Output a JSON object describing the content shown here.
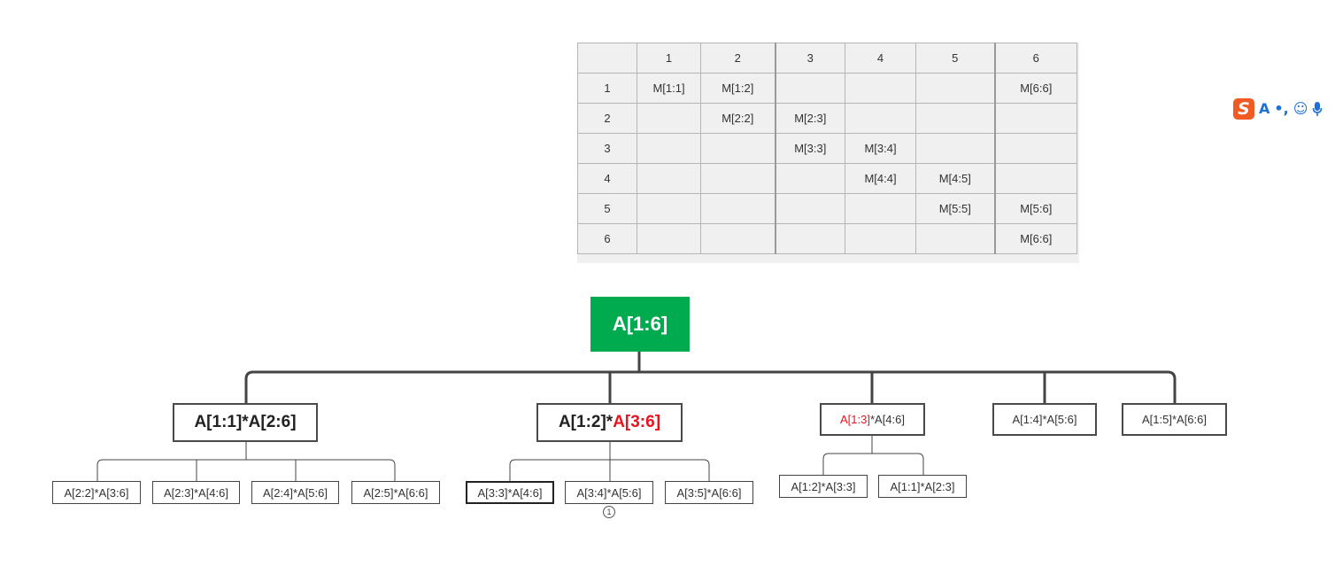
{
  "matrix": {
    "header": [
      "",
      "1",
      "2",
      "3",
      "4",
      "5",
      "6"
    ],
    "rows": [
      [
        "1",
        "M[1:1]",
        "M[1:2]",
        "",
        "",
        "",
        "M[6:6]"
      ],
      [
        "2",
        "",
        "M[2:2]",
        "M[2:3]",
        "",
        "",
        ""
      ],
      [
        "3",
        "",
        "",
        "M[3:3]",
        "M[3:4]",
        "",
        ""
      ],
      [
        "4",
        "",
        "",
        "",
        "M[4:4]",
        "M[4:5]",
        ""
      ],
      [
        "5",
        "",
        "",
        "",
        "",
        "M[5:5]",
        "M[5:6]"
      ],
      [
        "6",
        "",
        "",
        "",
        "",
        "",
        "M[6:6]"
      ]
    ]
  },
  "tree": {
    "root": "A[1:6]",
    "splits": [
      {
        "label_parts": [
          {
            "text": "A[1:1]*A[2:6]",
            "highlight": false
          }
        ],
        "children": [
          "A[2:2]*A[3:6]",
          "A[2:3]*A[4:6]",
          "A[2:4]*A[5:6]",
          "A[2:5]*A[6:6]"
        ]
      },
      {
        "label_parts": [
          {
            "text": "A[1:2]*",
            "highlight": false
          },
          {
            "text": "A[3:6]",
            "highlight": true
          }
        ],
        "children": [
          "A[3:3]*A[4:6]",
          "A[3:4]*A[5:6]",
          "A[3:5]*A[6:6]"
        ],
        "badge": "1"
      },
      {
        "label_parts": [
          {
            "text": "A[1:3]",
            "highlight": true
          },
          {
            "text": "*A[4:6]",
            "highlight": false
          }
        ],
        "children": [
          "A[1:2]*A[3:3]",
          "A[1:1]*A[2:3]"
        ]
      },
      {
        "label_parts": [
          {
            "text": "A[1:4]*A[5:6]",
            "highlight": false
          }
        ],
        "children": []
      },
      {
        "label_parts": [
          {
            "text": "A[1:5]*A[6:6]",
            "highlight": false
          }
        ],
        "children": []
      }
    ]
  },
  "ime_toolbar": {
    "logo": "S",
    "items": [
      "A",
      "•,",
      "☺",
      "mic-icon"
    ]
  },
  "colors": {
    "root_fill": "#00aa4f",
    "highlight": "#e8141e",
    "table_bg": "#f0f0f0"
  }
}
